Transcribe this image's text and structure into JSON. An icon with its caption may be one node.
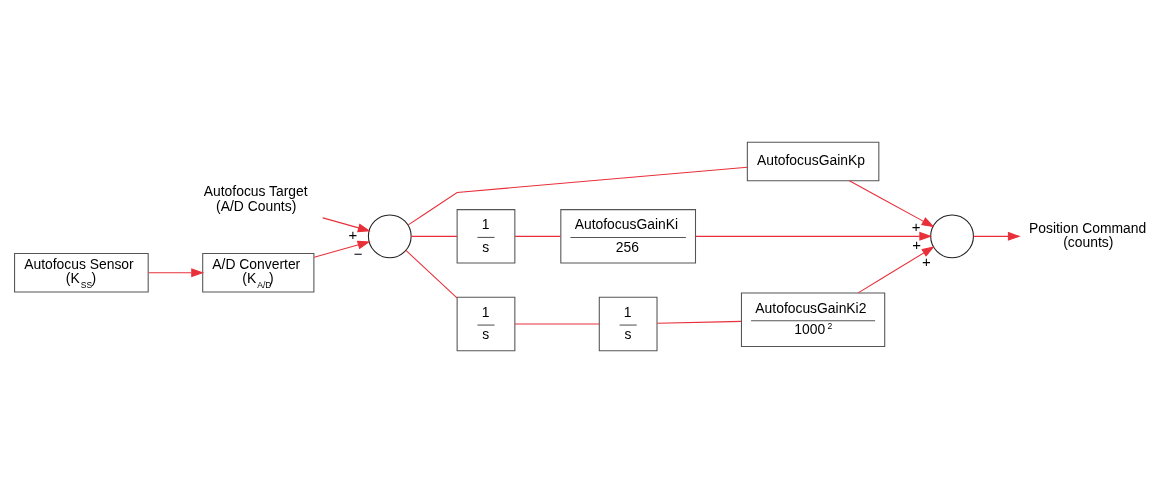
{
  "diagram": {
    "nodes": [
      {
        "text": [
          "Autofocus Target (A/D Counts)"
        ]
      },
      {
        "text": [],
        "shape": "circle"
      },
      {
        "text": [
          "AutofocusGainKp"
        ]
      },
      {
        "text": [
          "1",
          "s"
        ]
      },
      {
        "text": [
          "AutofocusGainKi",
          "256"
        ]
      },
      {
        "text": [
          "1",
          "s"
        ]
      },
      {
        "text": [
          "1",
          "s"
        ]
      },
      {
        "text": [
          "AutofocusGainKi2",
          "1000$^{2}$"
        ]
      },
      {
        "text": [],
        "shape": "circle"
      },
      {
        "text": [
          "Position Command (counts)"
        ]
      },
      {
        "text": [
          "A/D Converter (K$_{A/D}$)"
        ]
      },
      {
        "text": [
          "Autofocus Sensor (K$_{SS}$)"
        ]
      }
    ],
    "edges": [
      {
        "from": 0,
        "to": 1,
        "arrow": "to",
        "label": "+"
      },
      {
        "from": 1,
        "to": 2,
        "arrow": "none"
      },
      {
        "from": 1,
        "to": 3,
        "arrow": "none"
      },
      {
        "from": 1,
        "to": 5,
        "arrow": "none"
      },
      {
        "from": 3,
        "to": 4,
        "arrow": "none"
      },
      {
        "from": 5,
        "to": 6,
        "arrow": "none"
      },
      {
        "from": 6,
        "to": 7,
        "arrow": "none"
      },
      {
        "from": 2,
        "to": 8,
        "arrow": "to",
        "label": "+"
      },
      {
        "from": 4,
        "to": 8,
        "arrow": "to",
        "label": "+"
      },
      {
        "from": 7,
        "to": 8,
        "arrow": "to",
        "label": "+"
      },
      {
        "from": 8,
        "to": 9,
        "arrow": "to"
      },
      {
        "from": 11,
        "to": 10,
        "arrow": "to"
      },
      {
        "from": 10,
        "to": 1,
        "arrow": "to",
        "label": "−"
      }
    ]
  }
}
